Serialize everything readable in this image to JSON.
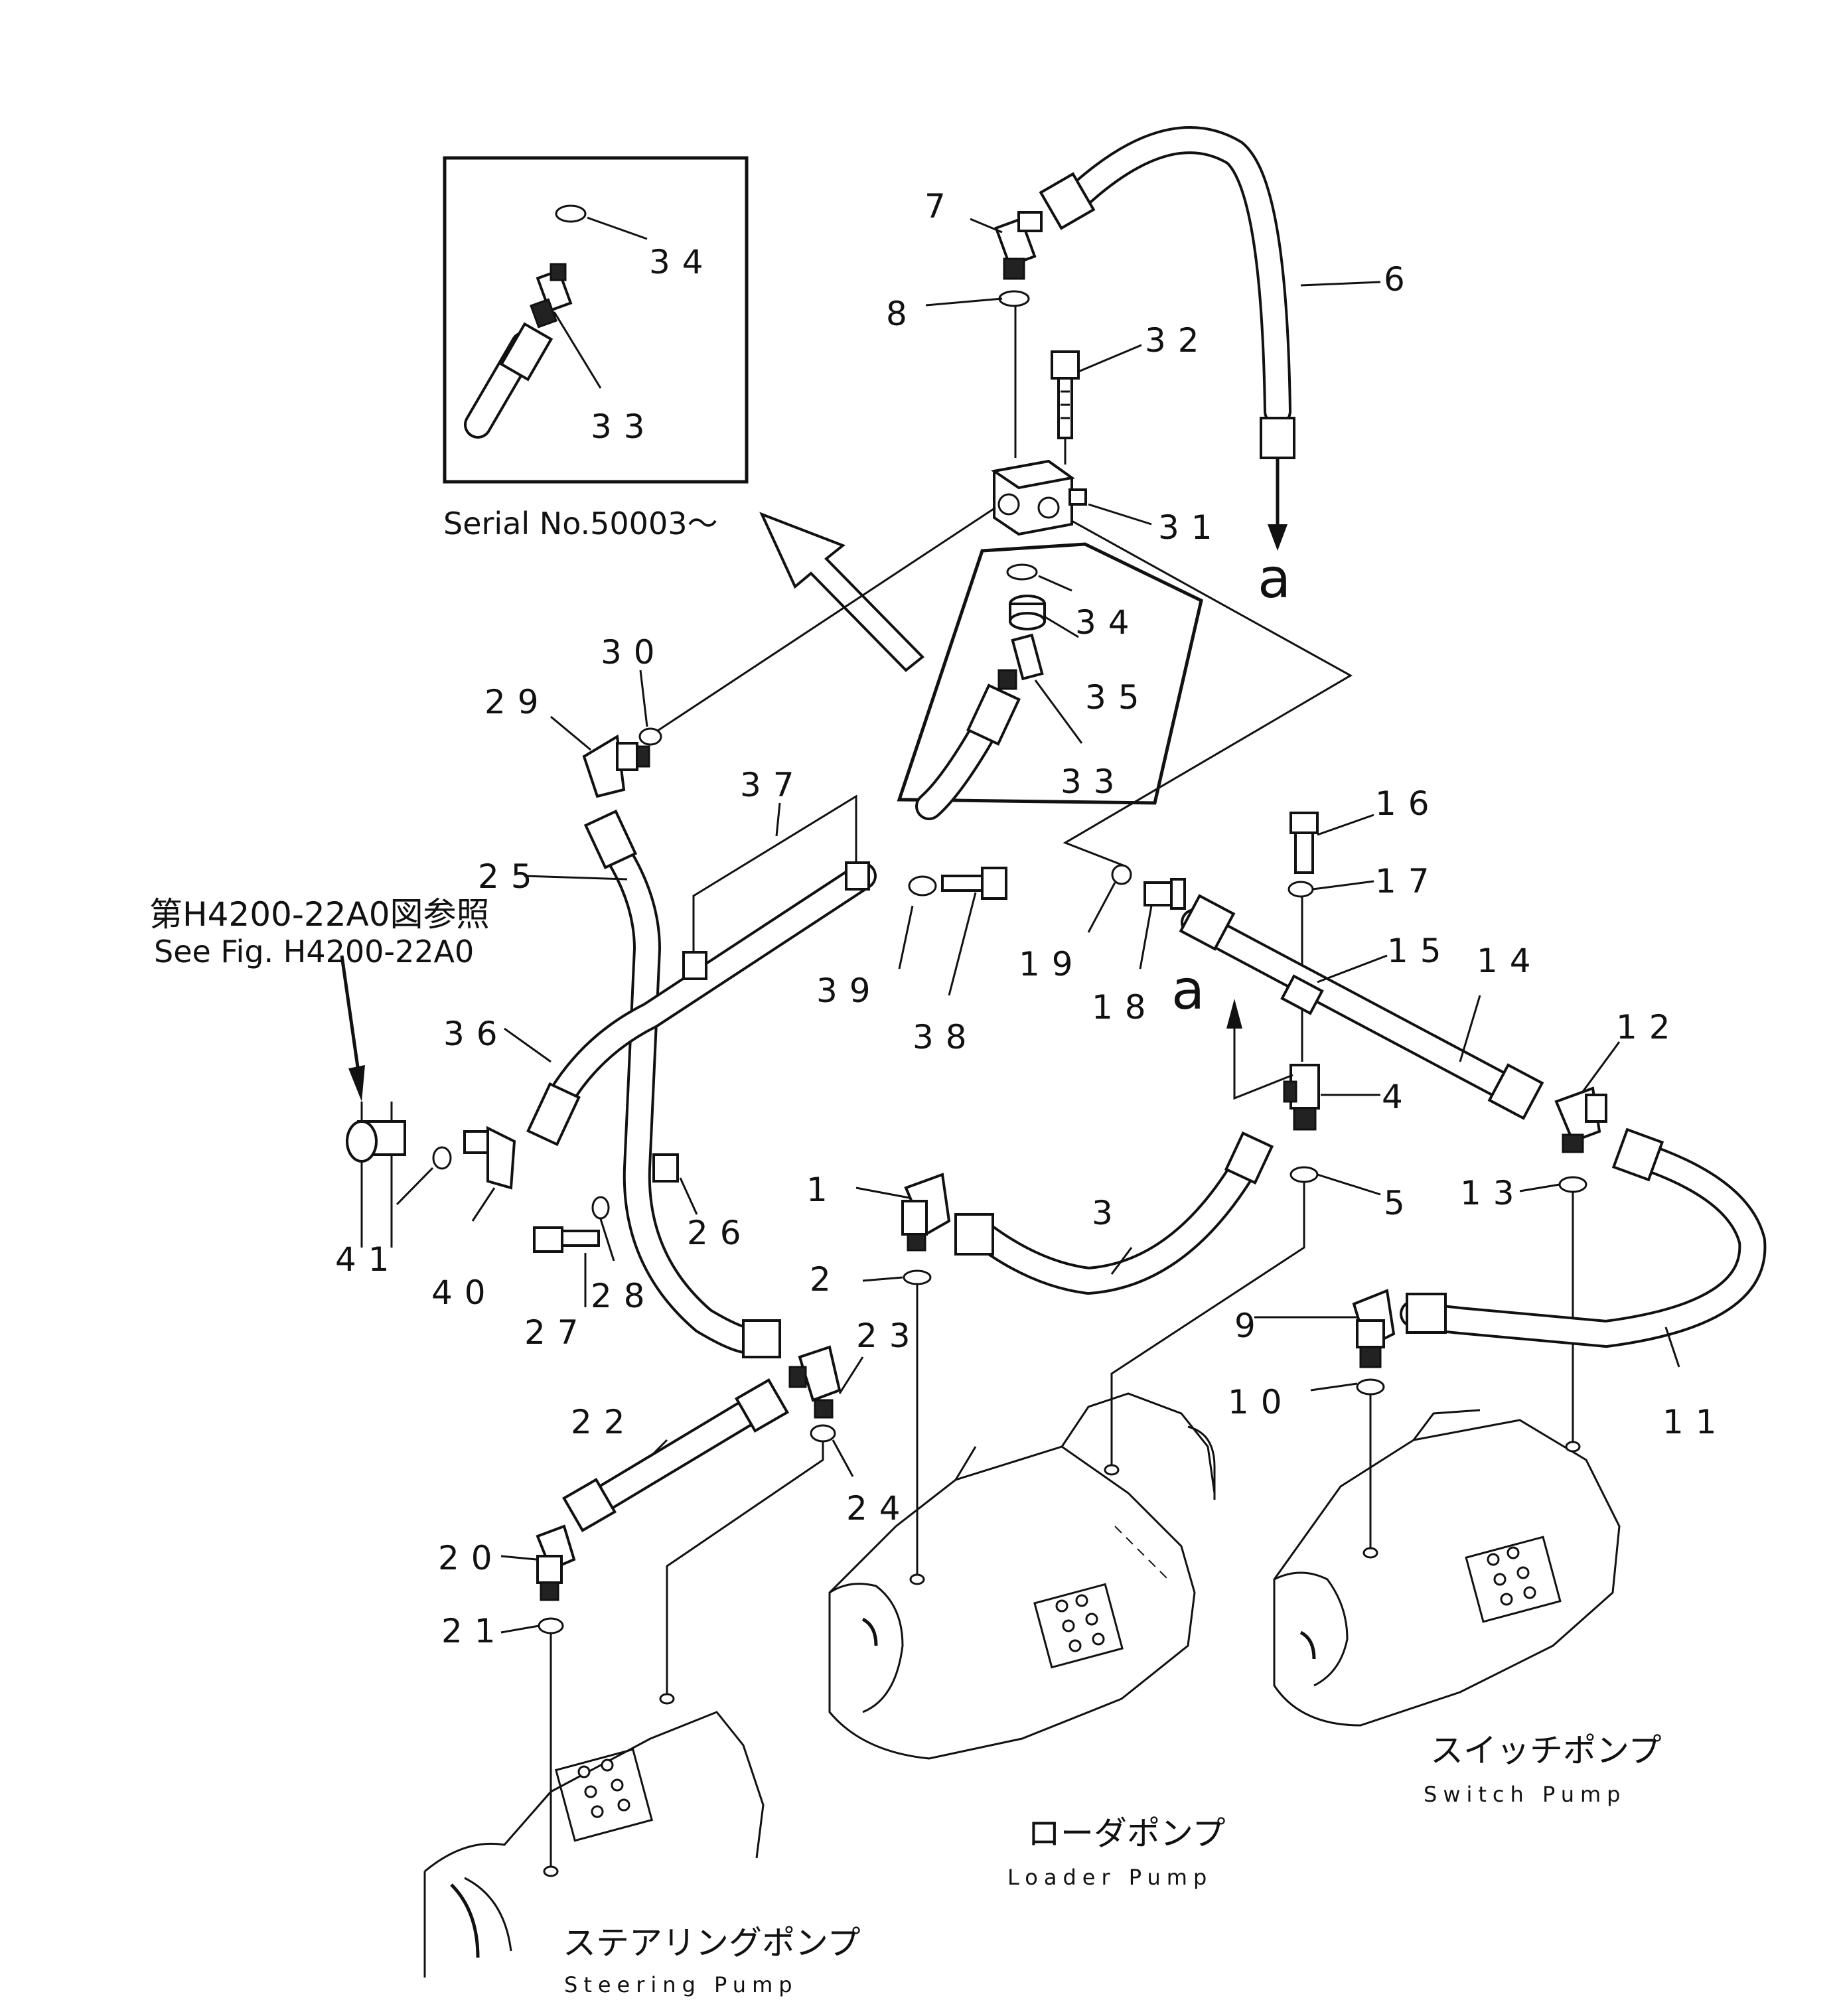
{
  "diagram": {
    "serial_note": "Serial No.50003～",
    "ref_jp": "第H4200-22A0図参照",
    "ref_en": "See Fig. H4200-22A0",
    "arrow_marker": "a",
    "pumps": {
      "loader_jp": "ローダポンプ",
      "loader_en": "Loader Pump",
      "switch_jp": "スイッチポンプ",
      "switch_en": "Switch Pump",
      "steering_jp": "ステアリングポンプ",
      "steering_en": "Steering Pump"
    },
    "callouts": {
      "p1": "1",
      "p2": "2",
      "p3": "3",
      "p4": "4",
      "p5": "5",
      "p6": "6",
      "p7": "7",
      "p8": "8",
      "p9": "9",
      "p10": "10",
      "p11": "11",
      "p12": "12",
      "p13": "13",
      "p14": "14",
      "p15": "15",
      "p16": "16",
      "p17": "17",
      "p18": "18",
      "p19": "19",
      "p20": "20",
      "p21": "21",
      "p22": "22",
      "p23": "23",
      "p24": "24",
      "p25": "25",
      "p26": "26",
      "p27": "27",
      "p28": "28",
      "p29": "29",
      "p30": "30",
      "p31": "31",
      "p32": "32",
      "p33": "33",
      "p34": "34",
      "p35": "35",
      "p36": "36",
      "p37": "37",
      "p38": "38",
      "p39": "39",
      "p40": "40",
      "p41": "41",
      "inset_34": "34",
      "inset_33": "33"
    }
  }
}
